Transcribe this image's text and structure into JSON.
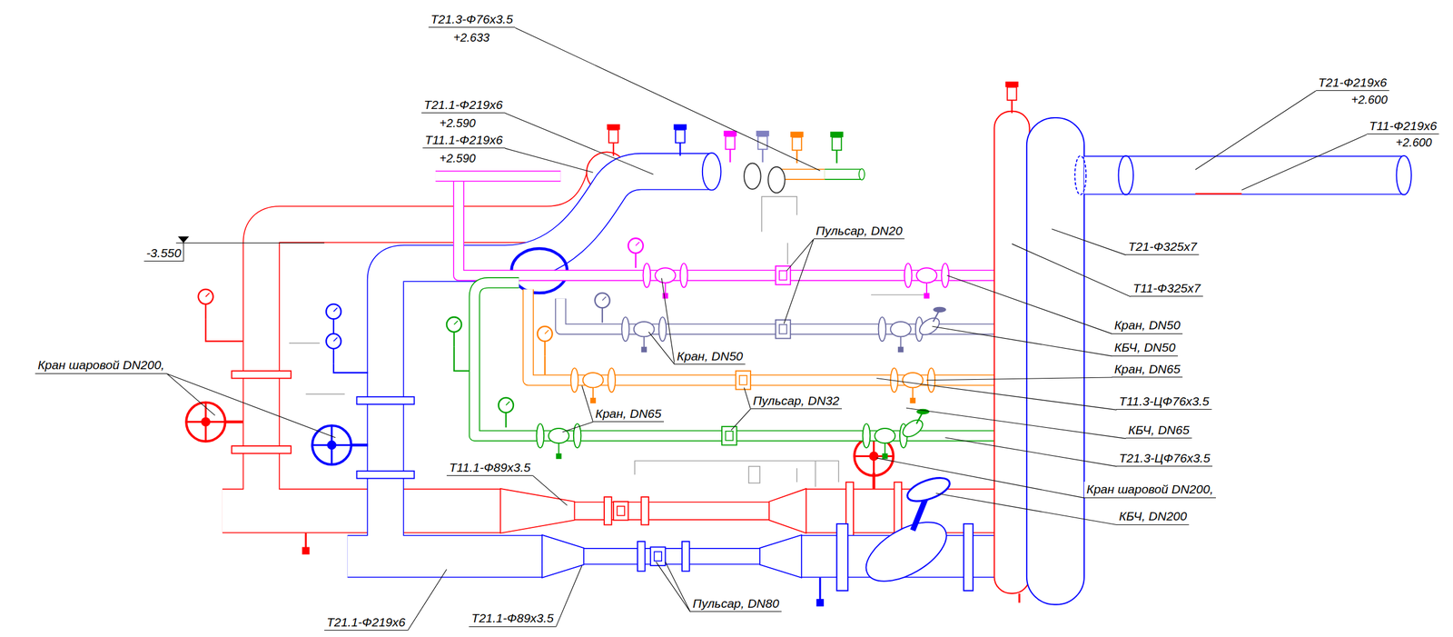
{
  "diagram": {
    "labels": [
      "Т21.3-Ф76x3.5",
      "+2.633",
      "Т21.1-Ф219x6",
      "+2.590",
      "Т11.1-Ф219x6",
      "+2.590",
      "Т21-Ф219x6",
      "+2.600",
      "Т11-Ф219x6",
      "+2.600",
      "Пульсар, DN20",
      "-3.550",
      "Т21-Ф325x7",
      "Т11-Ф325x7",
      "Кран, DN50",
      "КБЧ, DN50",
      "Кран, DN50",
      "Кран шаровой DN200,",
      "Кран, DN65",
      "Пульсар, DN32",
      "Т11.3-ЦФ76x3.5",
      "Кран, DN65",
      "КБЧ, DN65",
      "Т21.3-ЦФ76x3.5",
      "Т11.1-Ф89x3.5",
      "Кран шаровой DN200,",
      "КБЧ, DN200",
      "Пульсар, DN80",
      "Т21.1-Ф89x3.5",
      "Т21.1-Ф219x6"
    ]
  }
}
